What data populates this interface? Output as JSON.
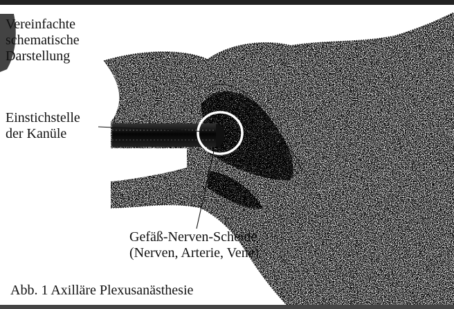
{
  "title": {
    "line1": "Vereinfachte",
    "line2": "schematische",
    "line3": "Darstellung"
  },
  "labels": {
    "insertion_line1": "Einstichstelle",
    "insertion_line2": "der Kanüle",
    "sheath_line1": "Gefäß-Nerven-Scheide",
    "sheath_line2": "(Nerven, Arterie, Vene)"
  },
  "caption": "Abb. 1 Axilläre Plexusanästhesie",
  "colors": {
    "ink": "#111111",
    "background": "#ffffff"
  }
}
